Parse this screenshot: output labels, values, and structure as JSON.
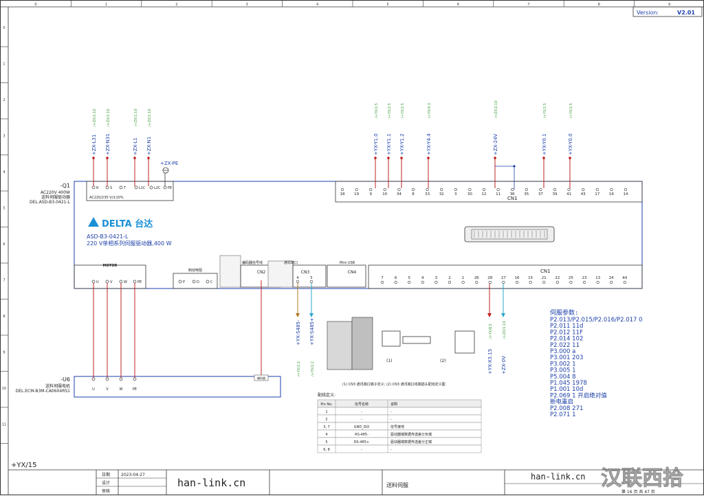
{
  "frame": {
    "col_numbers": [
      "0",
      "1",
      "2",
      "3",
      "4",
      "5",
      "6",
      "7",
      "8",
      "9"
    ],
    "row_numbers": [
      "0",
      "1",
      "2",
      "3",
      "4",
      "5",
      "6",
      "7",
      "8",
      "9",
      "10",
      "11"
    ]
  },
  "version": {
    "label": "Version:",
    "value": "V2.01"
  },
  "drive": {
    "ref": "-Q1",
    "desc1": "AC220V 400W",
    "desc2": "送料伺服驱动器",
    "desc3": "DEL.ASD-B3-0421-L",
    "brand": "DELTA 台达",
    "model": "ASD-B3-0421-L",
    "subtitle": "220 V单相系列伺服驱动器,400 W",
    "power_note": "AC220/230 V/±10%",
    "power_terminals": [
      "R",
      "S",
      "T",
      "L1C",
      "L2C",
      "PE"
    ],
    "power_wires": [
      {
        "net": "+ZX-L31",
        "ref": "/+ZX/1.10"
      },
      {
        "net": "+ZX-N31",
        "ref": "/+ZX/1.10"
      },
      {
        "net": "+ZX-L1",
        "ref": "/+ZX/1.10"
      },
      {
        "net": "+ZX-N1",
        "ref": "/+ZX/1.10"
      }
    ],
    "pe_net": "+ZX-PE",
    "motor_label": "MOTOR",
    "motor_terminals": [
      "U",
      "V",
      "W",
      "PE"
    ],
    "brake_label": "制动电阻",
    "brake_terminals": [
      "P",
      "D",
      "C"
    ],
    "enc_label": "编码器信号线",
    "cn2": "CN2",
    "comm_label": "通讯端口",
    "cn3": "CN3",
    "cn3_pins": [
      "4",
      "5"
    ],
    "usb_label": "Mini USB",
    "cn4": "CN4"
  },
  "cn1_top": {
    "label": "CN1",
    "pins": [
      "18",
      "19",
      "9",
      "10",
      "34",
      "8",
      "33",
      "32",
      "3",
      "30",
      "12",
      "11",
      "36",
      "35",
      "37",
      "39",
      "41",
      "43",
      "17",
      "16",
      "14"
    ],
    "wires": [
      {
        "net": "+YX-Y1.0",
        "ref": "/+YX/2.5"
      },
      {
        "net": "+YX-Y1.1",
        "ref": "/+YX/2.5"
      },
      {
        "net": "+YX-Y1.2",
        "ref": "/+YX/2.5"
      },
      {
        "net": "+YX-Y4.4",
        "ref": "/+YX/4.3"
      },
      {
        "net": "+ZX-24V",
        "ref": "/+ZX/2.10"
      },
      {
        "net": "+YX-Y0.1",
        "ref": "/+YX/2.5"
      },
      {
        "net": "+YX-Y0.0",
        "ref": "/+YX/2.5"
      }
    ]
  },
  "cn1_bottom": {
    "label": "CN1",
    "pins": [
      "7",
      "6",
      "5",
      "4",
      "3",
      "2",
      "1",
      "26",
      "28",
      "27",
      "16",
      "15",
      "21",
      "22",
      "25",
      "23",
      "13",
      "24",
      "44"
    ],
    "wires": [
      {
        "net": "+YX-X3.15",
        "ref": "/+YX/8.5"
      },
      {
        "net": "+ZX-0V",
        "ref": "/+ZX/1.10"
      }
    ]
  },
  "rs485": [
    {
      "net": "+YX-S485-",
      "ref": "/+YX/2.2"
    },
    {
      "net": "+YX-S485+",
      "ref": "/+YX/2.2"
    }
  ],
  "motor": {
    "ref": "-U6",
    "desc1": "送料伺服电机",
    "desc2": "DEL.ECM-B3M-CA0604RS1",
    "terminals": [
      "U",
      "V",
      "W",
      "PE"
    ],
    "enc": "编码器"
  },
  "figure_caption": "(1) CN3 通讯端口端子定义; (2) CN3 通讯端口线端插头配线定义图",
  "figure_labels": [
    "(1)",
    "(2)"
  ],
  "pin_table": {
    "title": "配线定义:",
    "headers": [
      "Pin No.",
      "信号名称",
      "说明"
    ],
    "rows": [
      [
        "1",
        "-",
        "-"
      ],
      [
        "2",
        "-",
        "-"
      ],
      [
        "3, 7",
        "GND_ISO",
        "信号接地"
      ],
      [
        "4",
        "RS-485-",
        "驱动器端数据传送差分负端"
      ],
      [
        "5",
        "RS-485+",
        "驱动器端数据传送差分正端"
      ],
      [
        "6, 8",
        "-",
        "-"
      ]
    ]
  },
  "params": {
    "title": "伺服参数:",
    "lines": [
      "P2.013/P2.015/P2.016/P2.017   0",
      "P2.011  11d",
      "P2.012  11F",
      "P2.014  102",
      "P2.022  11",
      "P3.000 a",
      "P3.001  203",
      "P3.002  1",
      "P3.005  1",
      "P5.004  8",
      "P1.045 1978",
      "P1.001  10d",
      "P2.069  1  开启绝对值",
      "断电重启",
      "P2.008 271",
      "P2.071 1"
    ]
  },
  "title_block": {
    "zone": "+YX/15",
    "date_label": "日期",
    "date": "2023-04-27",
    "design_label": "设计",
    "review_label": "审核",
    "company": "han-link.cn",
    "sheet_title": "送料伺服",
    "company2": "han-link.cn",
    "watermark": "汉联西拾",
    "page_info": "第 16 页 共 47 页"
  }
}
